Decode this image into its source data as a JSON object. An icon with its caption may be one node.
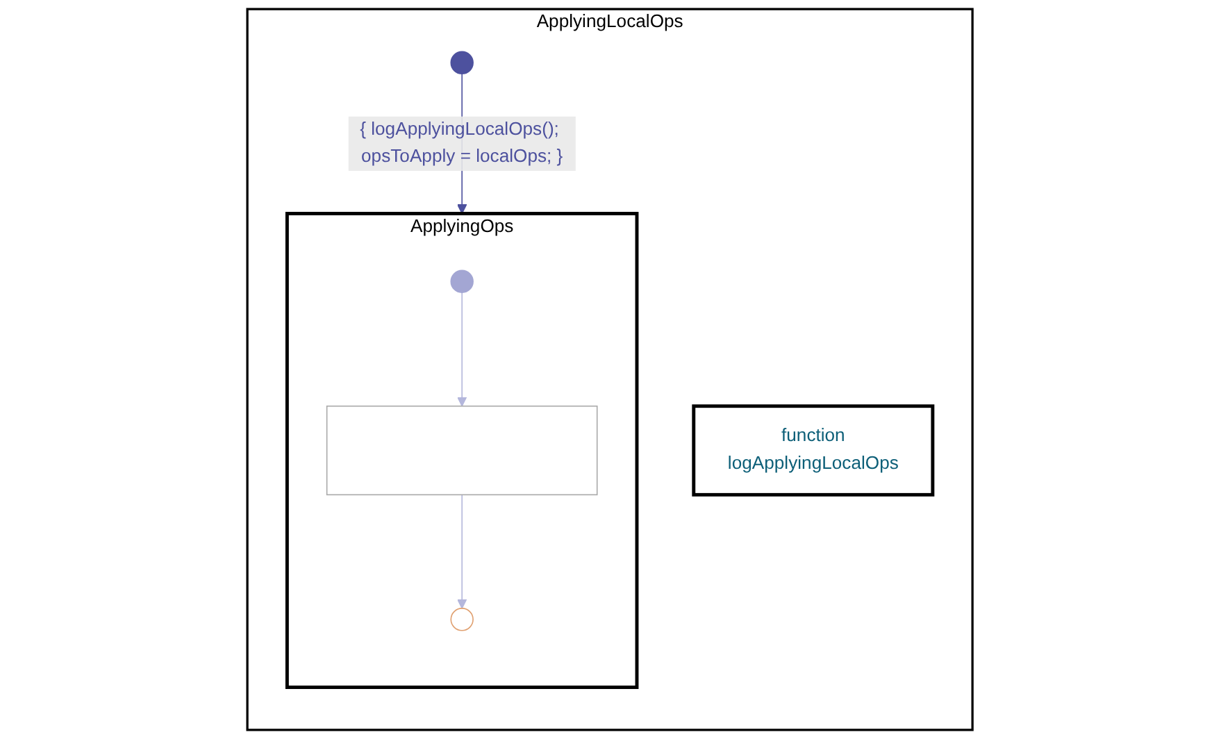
{
  "diagram": {
    "nodes": [
      {
        "text": [
          "ApplyingLocalOps"
        ]
      },
      {
        "text": [
          "function",
          "logApplyingLocalOps"
        ],
        "in": 0
      },
      {
        "text": [],
        "shape": "circle",
        "in": 0
      },
      {
        "text": [
          "ApplyingOps"
        ],
        "in": 0
      },
      {
        "text": [],
        "shape": "circle",
        "in": 3
      },
      {
        "text": [],
        "shape": "box",
        "in": 3
      },
      {
        "text": [],
        "shape": "circle",
        "in": 3
      }
    ],
    "edges": [
      {
        "from": 2,
        "to": 3,
        "arrow": "to",
        "label": "{ logApplyingLocalOps(); opsToApply = localOps; }",
        "color": "#4d519e"
      },
      {
        "from": 4,
        "to": 5,
        "arrow": "to",
        "color": "#b4b7dc"
      },
      {
        "from": 5,
        "to": 6,
        "arrow": "to",
        "color": "#b4b7dc"
      }
    ]
  }
}
